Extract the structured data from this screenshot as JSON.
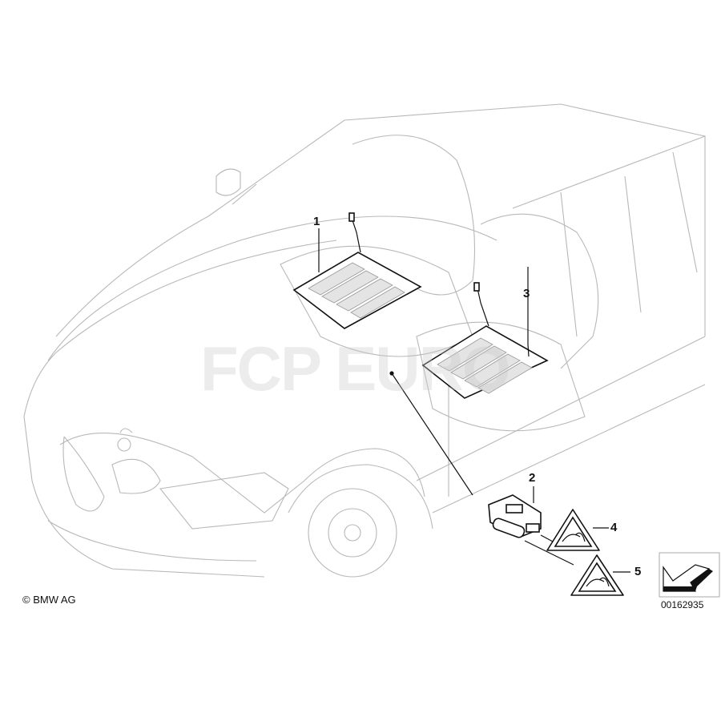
{
  "diagram": {
    "callouts": [
      "1",
      "2",
      "3",
      "4",
      "5"
    ],
    "copyright": "© BMW AG",
    "part_number": "00162935",
    "watermark": "FCP EURO"
  },
  "colors": {
    "outline": "#b8b8b8",
    "parts": "#111111"
  }
}
